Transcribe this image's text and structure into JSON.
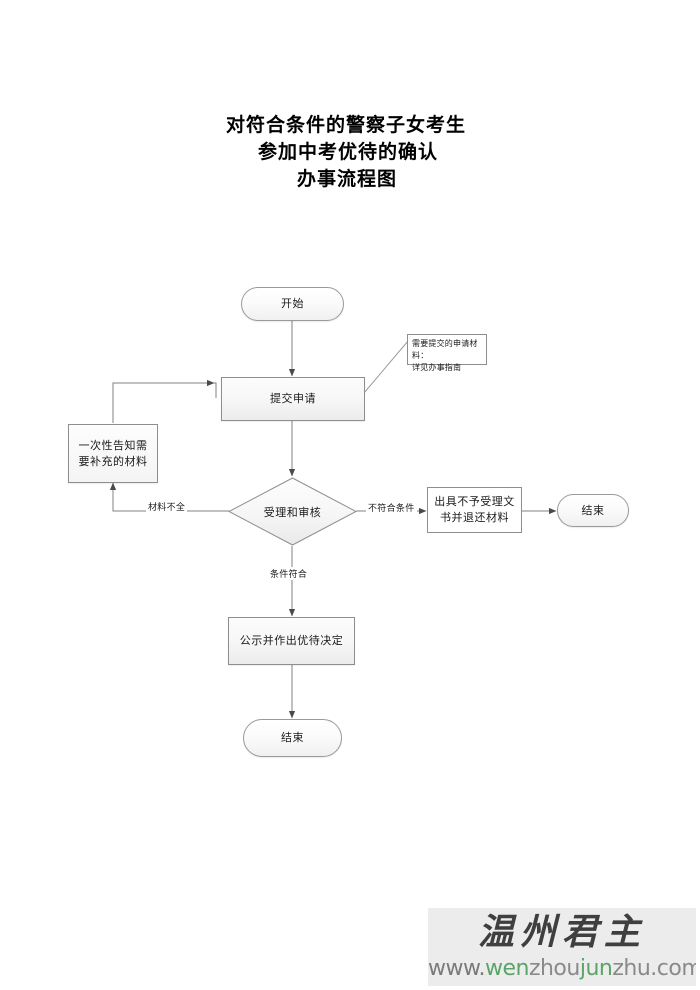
{
  "document": {
    "title_lines": [
      "对符合条件的警察子女考生",
      "参加中考优待的确认",
      "办事流程图"
    ]
  },
  "flowchart": {
    "type": "flowchart",
    "nodes": [
      {
        "id": "start",
        "shape": "terminator",
        "label": "开始"
      },
      {
        "id": "submit",
        "shape": "process",
        "label": "提交申请"
      },
      {
        "id": "note",
        "shape": "note",
        "label": "需要提交的申请材料：\n详见办事指南",
        "line1": "需要提交的申请材料：",
        "line2": "详见办事指南"
      },
      {
        "id": "supplement",
        "shape": "process",
        "label": "一次性告知需要补充的材料",
        "line1": "一次性告知需",
        "line2": "要补充的材料"
      },
      {
        "id": "review",
        "shape": "decision",
        "label": "受理和审核"
      },
      {
        "id": "reject",
        "shape": "process",
        "label": "出具不予受理文书并退还材料",
        "line1": "出具不予受理文",
        "line2": "书并退还材料"
      },
      {
        "id": "end_right",
        "shape": "terminator",
        "label": "结束"
      },
      {
        "id": "decide",
        "shape": "process",
        "label": "公示并作出优待决定"
      },
      {
        "id": "end_bottom",
        "shape": "terminator",
        "label": "结束"
      }
    ],
    "edge_labels": {
      "incomplete": "材料不全",
      "not_qualified": "不符合条件",
      "qualified": "条件符合"
    }
  },
  "watermark": {
    "brand": "温州君主",
    "url_parts": [
      {
        "text": "www.",
        "color": "#7a7a7a"
      },
      {
        "text": "wen",
        "color": "#5aa469"
      },
      {
        "text": "zhou",
        "color": "#8a8a8a"
      },
      {
        "text": "jun",
        "color": "#5aa469"
      },
      {
        "text": "zhu.com",
        "color": "#8a8a8a"
      }
    ]
  }
}
